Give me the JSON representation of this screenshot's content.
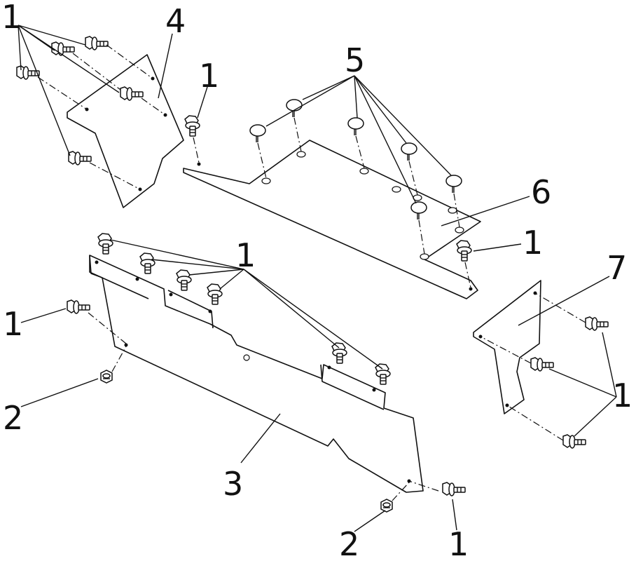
{
  "labels": {
    "screw": "1",
    "nut": "2",
    "panel_front": "3",
    "panel_left": "4",
    "clip": "5",
    "panel_top": "6",
    "panel_right": "7"
  }
}
